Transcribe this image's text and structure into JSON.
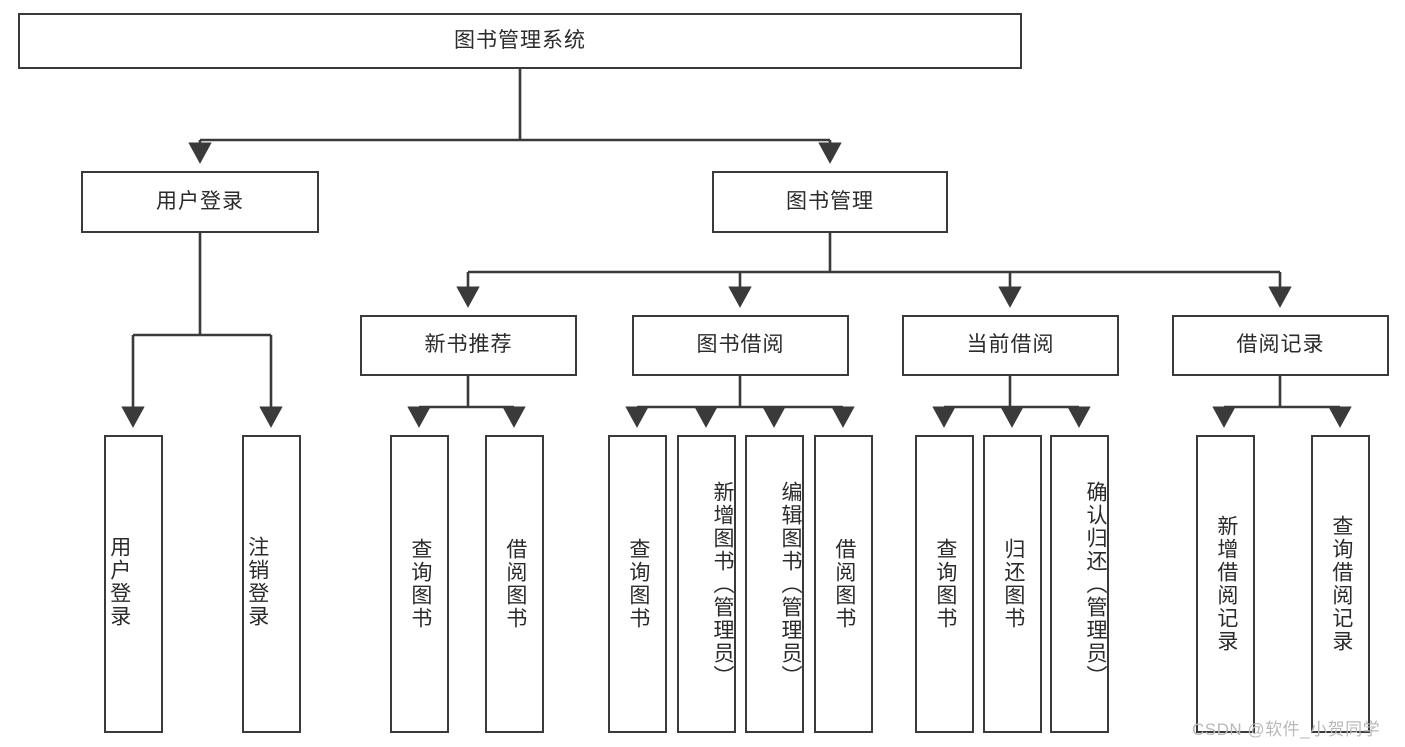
{
  "diagram": {
    "type": "tree",
    "title": "图书管理系统",
    "root": {
      "label": "图书管理系统"
    },
    "level2": [
      {
        "label": "用户登录"
      },
      {
        "label": "图书管理"
      }
    ],
    "level3": [
      {
        "label": "新书推荐"
      },
      {
        "label": "图书借阅"
      },
      {
        "label": "当前借阅"
      },
      {
        "label": "借阅记录"
      }
    ],
    "leaves": {
      "user_login": [
        {
          "label": "用户登录"
        },
        {
          "label": "注销登录"
        }
      ],
      "new_book_recommend": [
        {
          "label": "查询图书"
        },
        {
          "label": "借阅图书"
        }
      ],
      "book_borrow": [
        {
          "label": "查询图书"
        },
        {
          "label": "新增图书（管理员）"
        },
        {
          "label": "编辑图书（管理员）"
        },
        {
          "label": "借阅图书"
        }
      ],
      "current_borrow": [
        {
          "label": "查询图书"
        },
        {
          "label": "归还图书"
        },
        {
          "label": "确认归还（管理员）"
        }
      ],
      "borrow_record": [
        {
          "label": "新增借阅记录"
        },
        {
          "label": "查询借阅记录"
        }
      ]
    }
  },
  "watermark": {
    "text": "CSDN @软件_小贺同学"
  },
  "colors": {
    "stroke": "#3a3a3a",
    "text": "#2b2b2b",
    "background": "#ffffff",
    "watermark": "#b9b9b9"
  }
}
